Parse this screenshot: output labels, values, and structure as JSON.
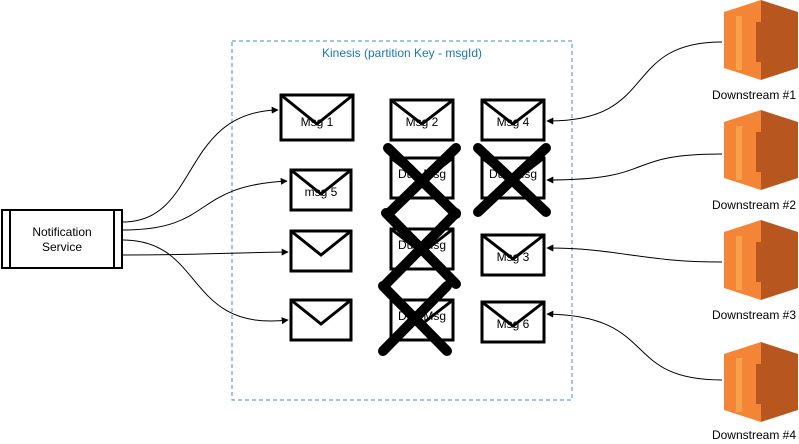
{
  "stream": {
    "label": "Kinesis (partition Key - msgId)",
    "label_color": "#1a76b8",
    "border_color": "#3c8fc0"
  },
  "producer": {
    "line1": "Notification",
    "line2": "Service"
  },
  "messages": {
    "msg1": "Msg 1",
    "msg2": "Msg 2",
    "msg4": "Msg 4",
    "msg5": "msg 5",
    "msg3": "Msg 3",
    "msg6": "Msg 6",
    "dup_a": "Dup Msg",
    "dup_b": "Dup Msg",
    "dup_c": "Dup Msg",
    "dup_d": "Dup Msg"
  },
  "consumers": [
    {
      "label": "Downstream #1"
    },
    {
      "label": "Downstream #2"
    },
    {
      "label": "Downstream #3"
    },
    {
      "label": "Downstream #4"
    }
  ],
  "colors": {
    "consumer_light": "#f7a14a",
    "consumer_mid": "#f58536",
    "consumer_dark": "#b7561f",
    "cross": "#000000"
  },
  "icons": {
    "envelope": "envelope-icon",
    "consumer": "lambda-like-compute-icon",
    "cross": "x-cross-icon"
  }
}
